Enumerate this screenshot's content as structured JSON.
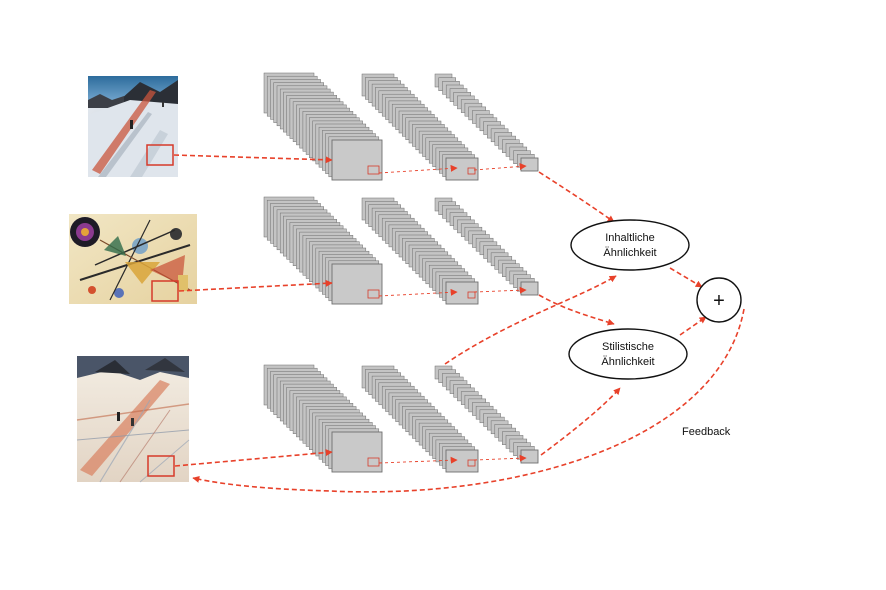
{
  "nodes": {
    "content_similarity": {
      "line1": "Inhaltliche",
      "line2": "Ähnlichkeit"
    },
    "style_similarity": {
      "line1": "Stilistische",
      "line2": "Ähnlichkeit"
    },
    "sum": {
      "symbol": "+"
    }
  },
  "edges": {
    "feedback_label": "Feedback"
  },
  "images": {
    "content_image": "ski-slope-photo",
    "style_image": "abstract-painting",
    "generated_image": "stylized-ski-slope"
  },
  "colors": {
    "arrow": "#e8412a",
    "box_red": "#d63a2a",
    "layer_fill": "#c4c4c4",
    "layer_stroke": "#6e6e6e"
  }
}
